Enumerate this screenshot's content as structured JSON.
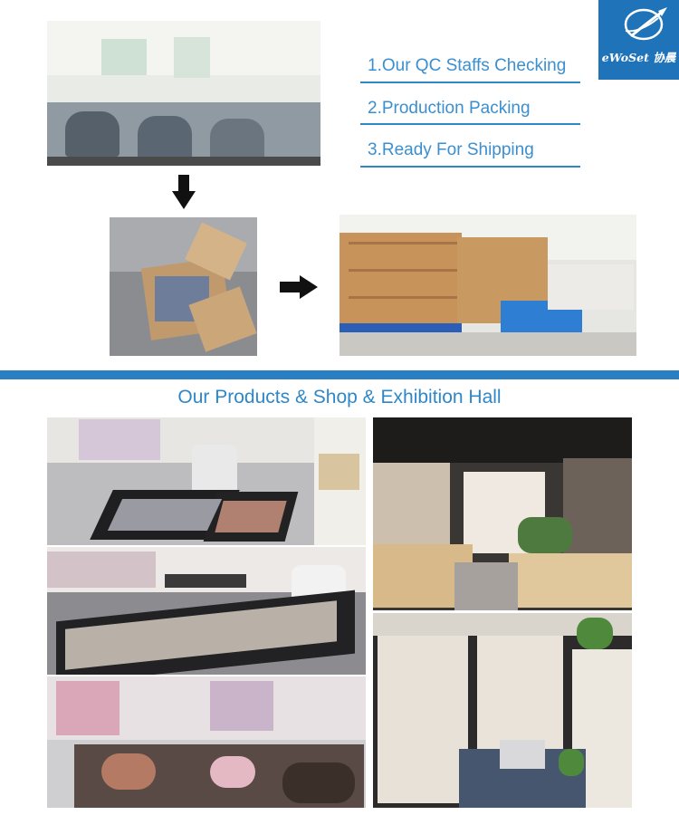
{
  "logo": {
    "brand": "eWoSet 协晨",
    "icon": "globe-plane-icon",
    "bg_color": "#1f73b8"
  },
  "steps": [
    {
      "label": "1.Our QC Staffs Checking"
    },
    {
      "label": "2.Production Packing"
    },
    {
      "label": "3.Ready For Shipping"
    }
  ],
  "flow_arrows": [
    "arrow-down-icon",
    "arrow-right-icon"
  ],
  "section": {
    "title": "Our Products & Shop & Exhibition Hall"
  },
  "colors": {
    "accent": "#2f87c8",
    "band": "#2a7fc3"
  }
}
